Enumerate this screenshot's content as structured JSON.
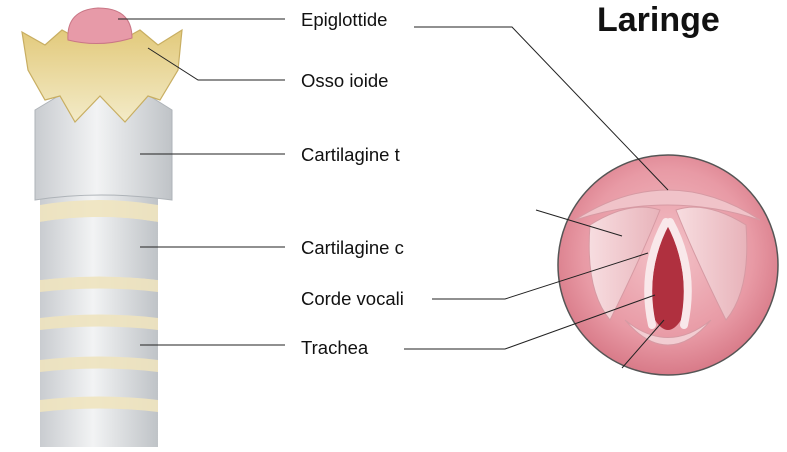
{
  "title": "Laringe",
  "labels": {
    "epiglottide": "Epiglottide",
    "osso_ioide": "Osso ioide",
    "cartilagine_tiroidea": "Cartilagine t",
    "cartilagine_cricoidea": "Cartilagine c",
    "corde_vocali": "Corde vocali",
    "trachea": "Trachea"
  },
  "colors": {
    "cartilage": "#dfe2e4",
    "hyoid": "#eadca0",
    "epiglottis": "#e79aa8",
    "mucosa": "#e7a7b0",
    "glottis": "#b0303f",
    "leader": "#222222"
  }
}
